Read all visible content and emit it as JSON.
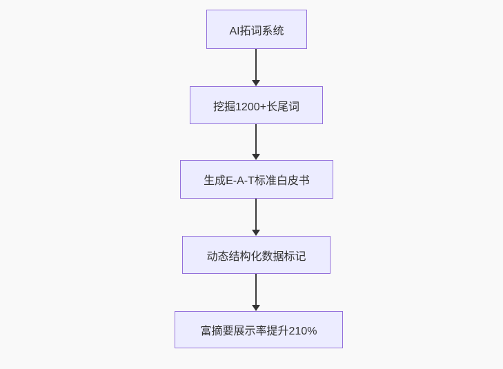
{
  "diagram": {
    "type": "flowchart",
    "direction": "top-down",
    "colors": {
      "background": "#f9f9f9",
      "node_fill": "#ECECFF",
      "node_border": "#9370DB",
      "arrow": "#333333",
      "text": "#333333"
    },
    "nodes": [
      {
        "label": "AI拓词系统"
      },
      {
        "label": "挖掘1200+长尾词"
      },
      {
        "label": "生成E-A-T标准白皮书"
      },
      {
        "label": "动态结构化数据标记"
      },
      {
        "label": "富摘要展示率提升210%"
      }
    ],
    "edges": [
      {
        "from": 0,
        "to": 1
      },
      {
        "from": 1,
        "to": 2
      },
      {
        "from": 2,
        "to": 3
      },
      {
        "from": 3,
        "to": 4
      }
    ]
  }
}
